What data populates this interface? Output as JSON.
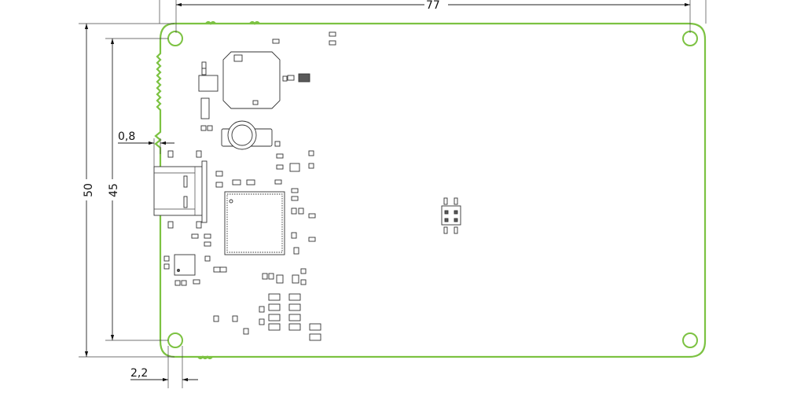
{
  "dimensions": {
    "board_width": "77",
    "board_height": "50",
    "hole_spacing": "45",
    "connector_offset": "0,8",
    "hole_offset": "2,2"
  },
  "colors": {
    "board_outline": "#7cc242",
    "lines": "#222222"
  },
  "icons": {
    "mounting_holes": "mounting-hole-icon",
    "battery": "coin-battery-icon",
    "usb": "usb-connector-icon"
  }
}
